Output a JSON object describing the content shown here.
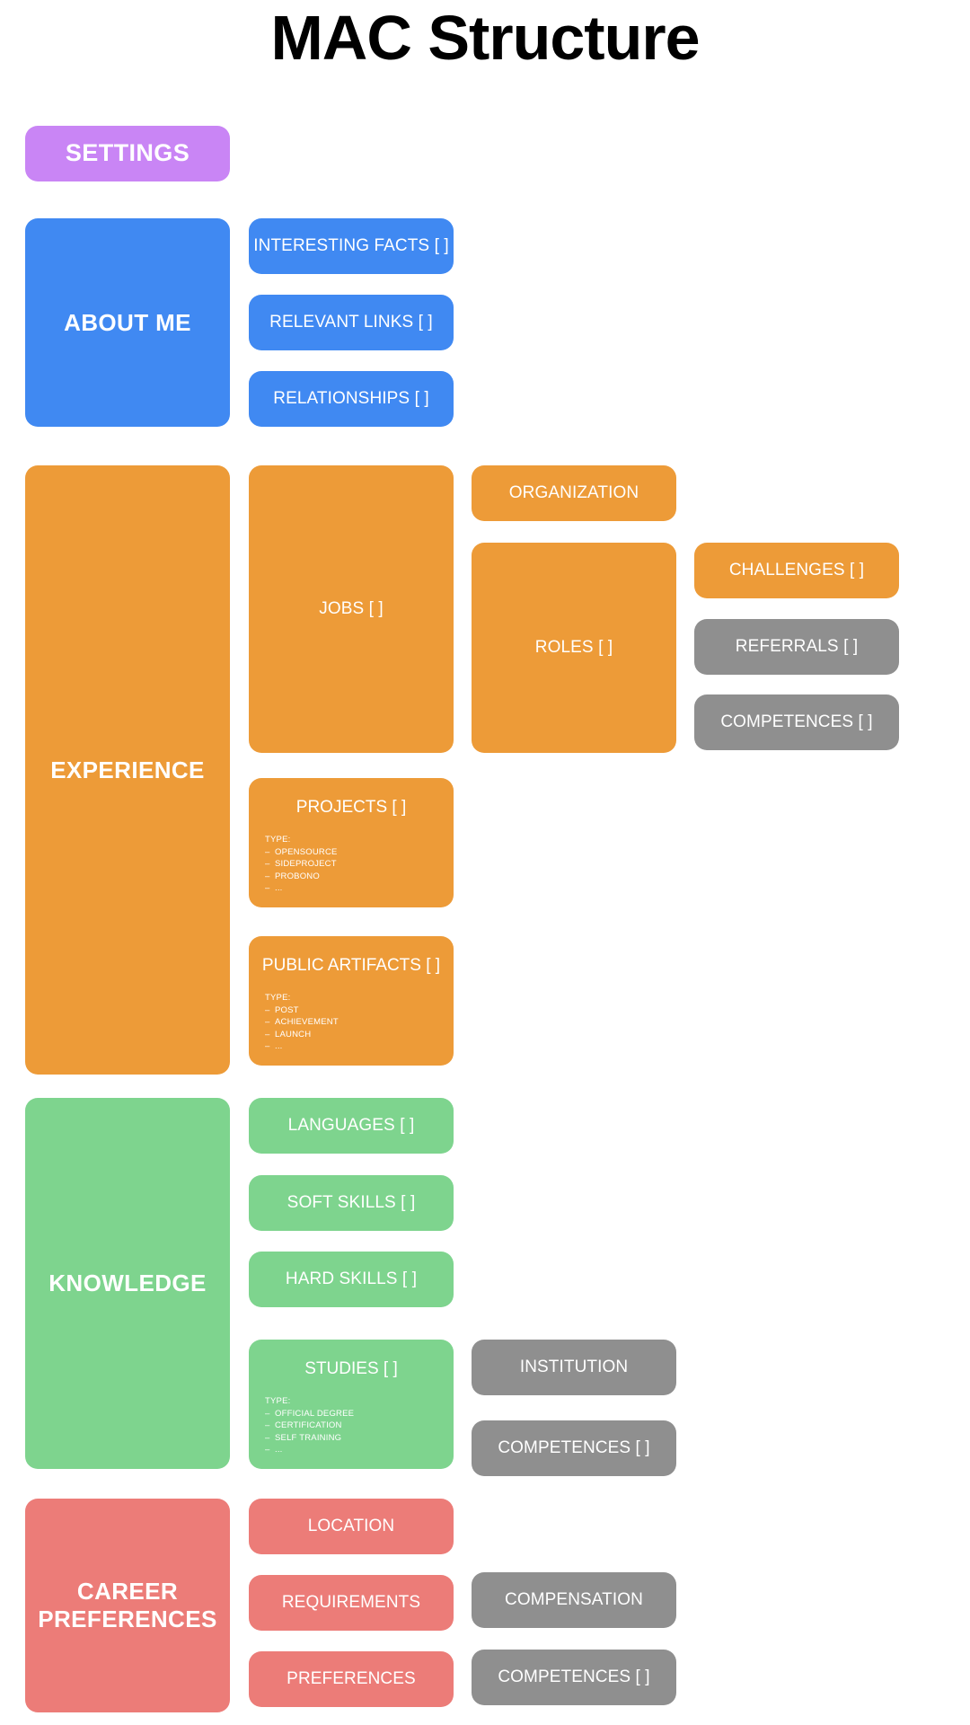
{
  "page": {
    "title": "MAC Structure",
    "background": "#ffffff"
  },
  "colors": {
    "purple": "#c985f5",
    "blue": "#4089f2",
    "orange": "#ed9b38",
    "green": "#7ed48e",
    "salmon": "#ec7c78",
    "gray": "#8f8f8f",
    "text": "#ffffff",
    "title_text": "#000000"
  },
  "sections": {
    "settings": {
      "label": "SETTINGS"
    },
    "about_me": {
      "label": "ABOUT ME",
      "children": [
        {
          "label": "INTERESTING FACTS [ ]"
        },
        {
          "label": "RELEVANT LINKS [ ]"
        },
        {
          "label": "RELATIONSHIPS [ ]"
        }
      ]
    },
    "experience": {
      "label": "EXPERIENCE",
      "jobs": {
        "label": "JOBS [ ]"
      },
      "organization": {
        "label": "ORGANIZATION"
      },
      "roles": {
        "label": "ROLES [ ]"
      },
      "challenges": {
        "label": "CHALLENGES [ ]"
      },
      "referrals": {
        "label": "REFERRALS [ ]"
      },
      "competences": {
        "label": "COMPETENCES [ ]"
      },
      "projects": {
        "label": "PROJECTS [ ]",
        "type_heading": "TYPE:",
        "type_items": [
          "OPENSOURCE",
          "SIDEPROJECT",
          "PROBONO",
          "..."
        ]
      },
      "public_artifacts": {
        "label": "PUBLIC ARTIFACTS [ ]",
        "type_heading": "TYPE:",
        "type_items": [
          "POST",
          "ACHIEVEMENT",
          "LAUNCH",
          "..."
        ]
      }
    },
    "knowledge": {
      "label": "KNOWLEDGE",
      "languages": {
        "label": "LANGUAGES [ ]"
      },
      "soft_skills": {
        "label": "SOFT SKILLS [ ]"
      },
      "hard_skills": {
        "label": "HARD SKILLS [ ]"
      },
      "studies": {
        "label": "STUDIES [ ]",
        "type_heading": "TYPE:",
        "type_items": [
          "OFFICIAL DEGREE",
          "CERTIFICATION",
          "SELF TRAINING",
          "..."
        ]
      },
      "institution": {
        "label": "INSTITUTION"
      },
      "competences": {
        "label": "COMPETENCES [ ]"
      }
    },
    "career_preferences": {
      "label": "CAREER\nPREFERENCES",
      "label_line1": "CAREER",
      "label_line2": "PREFERENCES",
      "location": {
        "label": "LOCATION"
      },
      "requirements": {
        "label": "REQUIREMENTS"
      },
      "preferences": {
        "label": "PREFERENCES"
      },
      "compensation": {
        "label": "COMPENSATION"
      },
      "competences": {
        "label": "COMPETENCES [ ]"
      }
    }
  }
}
